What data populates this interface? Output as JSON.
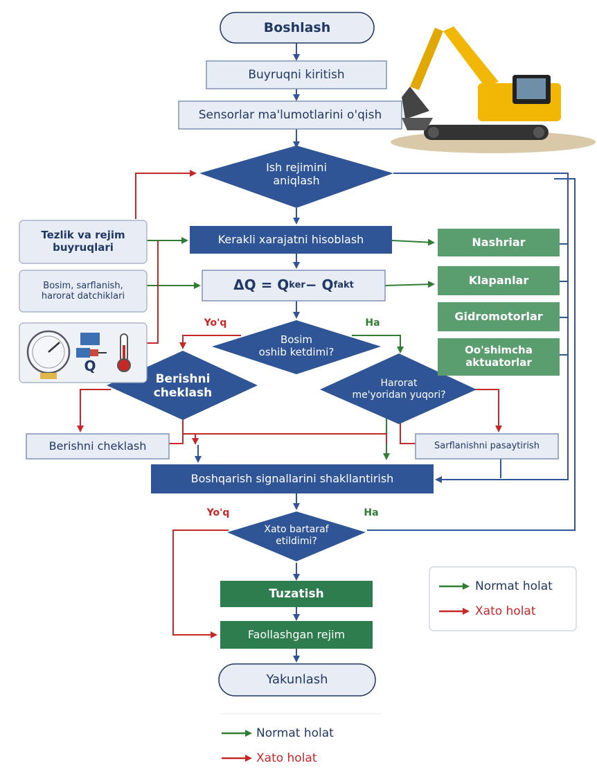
{
  "nodes": {
    "start": "Boshlash",
    "enter_command": "Buyruqni kiritish",
    "read_sensors": "Sensorlar ma'lumotlarini o'qish",
    "determine_mode": "Ish rejimini\naniqlash",
    "calc_flow": "Kerakli xarajatni hisoblash",
    "delta_q_main": "ΔQ = Q",
    "delta_q_sub1": "ker",
    "delta_q_mid": " − Q",
    "delta_q_sub2": "fakt",
    "pressure_check": "Bosim\noshib ketdimi?",
    "limit_decision": "Berishni\ncheklash",
    "temp_check": "Harorat\nme'yoridan yuqori?",
    "limit_box": "Berishni cheklash",
    "reduce_flow": "Sarflanishni pasaytirish",
    "form_signals": "Boshqarish signallarini shakllantirish",
    "error_fixed": "Xato bartaraf\netildimi?",
    "correction": "Tuzatish",
    "activated_mode": "Faollashgan rejim",
    "finish": "Yakunlash"
  },
  "inputs": {
    "speed_mode": "Tezlik va rejim\nbuyruqlari",
    "sensors": "Bosim, sarflanish,\nharorat datchiklari",
    "sensor_q": "Q"
  },
  "outputs": {
    "pumps": "Nashriar",
    "valves": "Klapanlar",
    "hydromotors": "Gidromotorlar",
    "extra_actuators": "Oo'shimcha\naktuatorlar"
  },
  "branch_labels": {
    "no_1": "Yo'q",
    "yes_1": "Ha",
    "no_2": "Yo'q",
    "yes_2": "Ha"
  },
  "legend": {
    "normal": "Normat holat",
    "error": "Xato holat"
  },
  "colors": {
    "blue": "#2f5597",
    "light_box": "#e8edf5",
    "green": "#5a9e6f",
    "dark_green": "#2e7d4f",
    "red_arrow": "#c62828",
    "green_arrow": "#2e7d32"
  }
}
